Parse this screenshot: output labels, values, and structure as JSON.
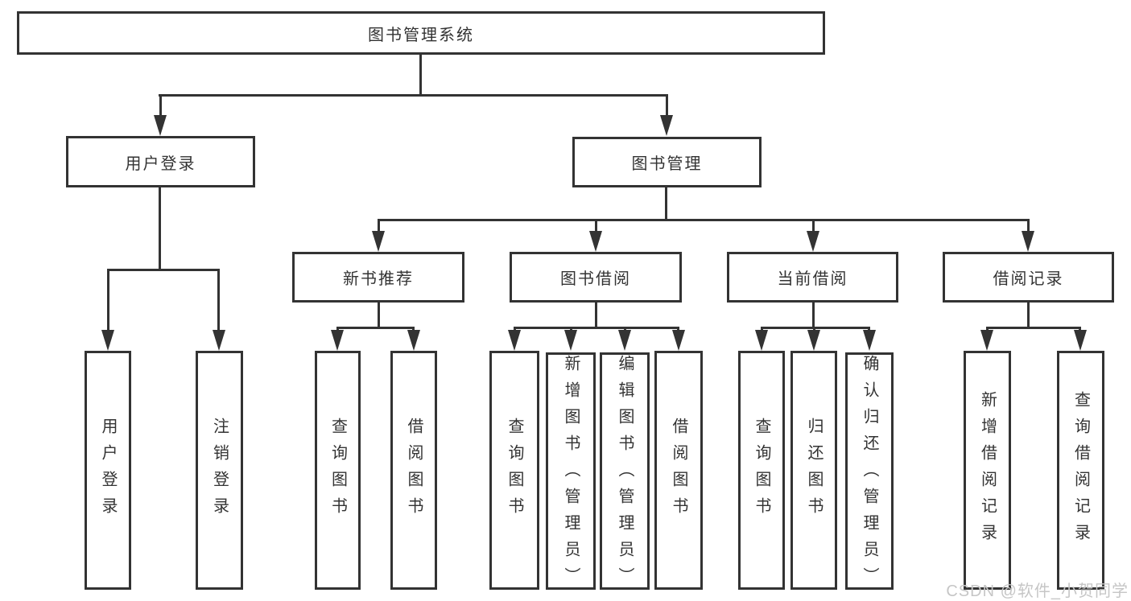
{
  "colors": {
    "line": "#333333",
    "box_border": "#333333",
    "box_fill": "#ffffff",
    "text": "#333333",
    "watermark_text": "#c6c6c6",
    "background": "#ffffff"
  },
  "watermark": {
    "label": "CSDN @软件_小贺同学"
  },
  "tree": {
    "label": "图书管理系统",
    "children": [
      {
        "label": "用户登录",
        "children": [
          {
            "label": "用户登录"
          },
          {
            "label": "注销登录"
          }
        ]
      },
      {
        "label": "图书管理",
        "children": [
          {
            "label": "新书推荐",
            "children": [
              {
                "label": "查询图书"
              },
              {
                "label": "借阅图书"
              }
            ]
          },
          {
            "label": "图书借阅",
            "children": [
              {
                "label": "查询图书"
              },
              {
                "label": "新增图书（管理员）"
              },
              {
                "label": "编辑图书（管理员）"
              },
              {
                "label": "借阅图书"
              }
            ]
          },
          {
            "label": "当前借阅",
            "children": [
              {
                "label": "查询图书"
              },
              {
                "label": "归还图书"
              },
              {
                "label": "确认归还（管理员）"
              }
            ]
          },
          {
            "label": "借阅记录",
            "children": [
              {
                "label": "新增借阅记录"
              },
              {
                "label": "查询借阅记录"
              }
            ]
          }
        ]
      }
    ]
  }
}
